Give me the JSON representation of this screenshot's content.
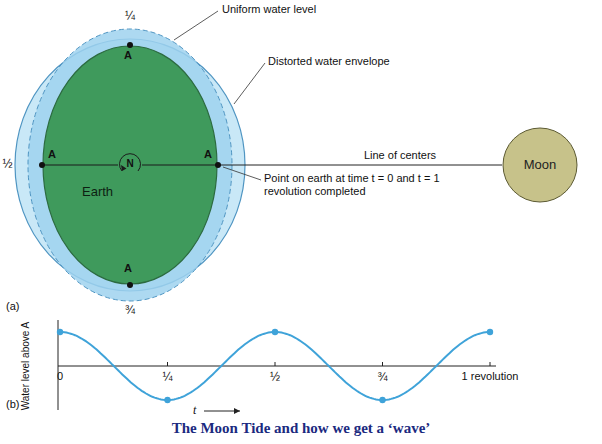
{
  "diagram": {
    "caption": "The Moon Tide and how we get a ‘wave’",
    "nodes": [
      {
        "text": [
          "Earth"
        ]
      },
      {
        "text": [
          "Moon"
        ]
      }
    ],
    "edges": [
      {
        "from": 0,
        "to": 1,
        "label": "Line of centers",
        "arrow": "none"
      }
    ],
    "labels": [
      "Uniform water level",
      "Distorted water envelope",
      "¼",
      "½",
      "¾",
      "A",
      "A",
      "A",
      "A",
      "N",
      "Point on earth at time t = 0 and t = 1 revolution completed",
      "(a)",
      "Water level above A",
      "0",
      "¼",
      "½",
      "¾",
      "1 revolution",
      "t",
      "(b)"
    ]
  }
}
